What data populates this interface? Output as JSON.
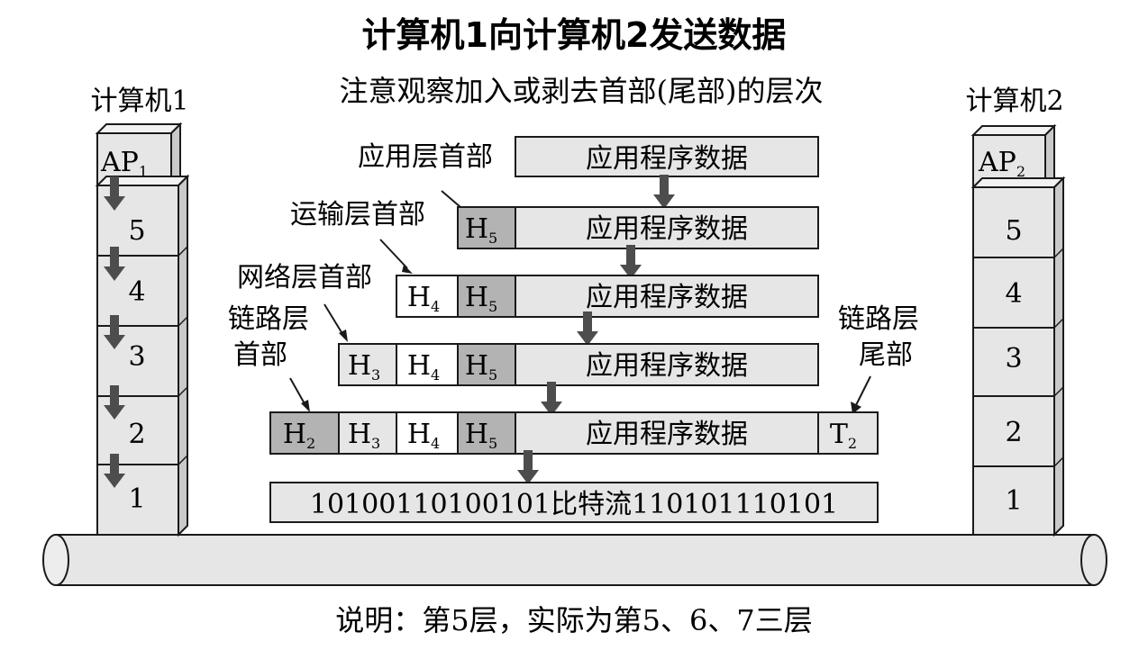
{
  "title": "计算机1向计算机2发送数据",
  "subtitle": "注意观察加入或剥去首部(尾部)的层次",
  "note": "说明：第5层，实际为第5、6、7三层",
  "computer1": {
    "label": "计算机1",
    "ap_main": "AP",
    "ap_sub": "1",
    "layers": [
      "5",
      "4",
      "3",
      "2",
      "1"
    ]
  },
  "computer2": {
    "label": "计算机2",
    "ap_main": "AP",
    "ap_sub": "2",
    "layers": [
      "5",
      "4",
      "3",
      "2",
      "1"
    ]
  },
  "labels": {
    "app_header": "应用层首部",
    "transport_header": "运输层首部",
    "network_header": "网络层首部",
    "link_header_line1": "链路层",
    "link_header_line2": "首部",
    "link_trailer_line1": "链路层",
    "link_trailer_line2": "尾部"
  },
  "data_text": "应用程序数据",
  "headers": {
    "h5_main": "H",
    "h5_sub": "5",
    "h4_main": "H",
    "h4_sub": "4",
    "h3_main": "H",
    "h3_sub": "3",
    "h2_main": "H",
    "h2_sub": "2",
    "t2_main": "T",
    "t2_sub": "2"
  },
  "bitstream": "10100110100101比特流110101110101",
  "colors": {
    "light_fill": "#e6e6e6",
    "dark_fill": "#b3b3b3",
    "white_fill": "#ffffff",
    "arrow": "#4d4d4d",
    "stroke": "#1a1a1a"
  }
}
